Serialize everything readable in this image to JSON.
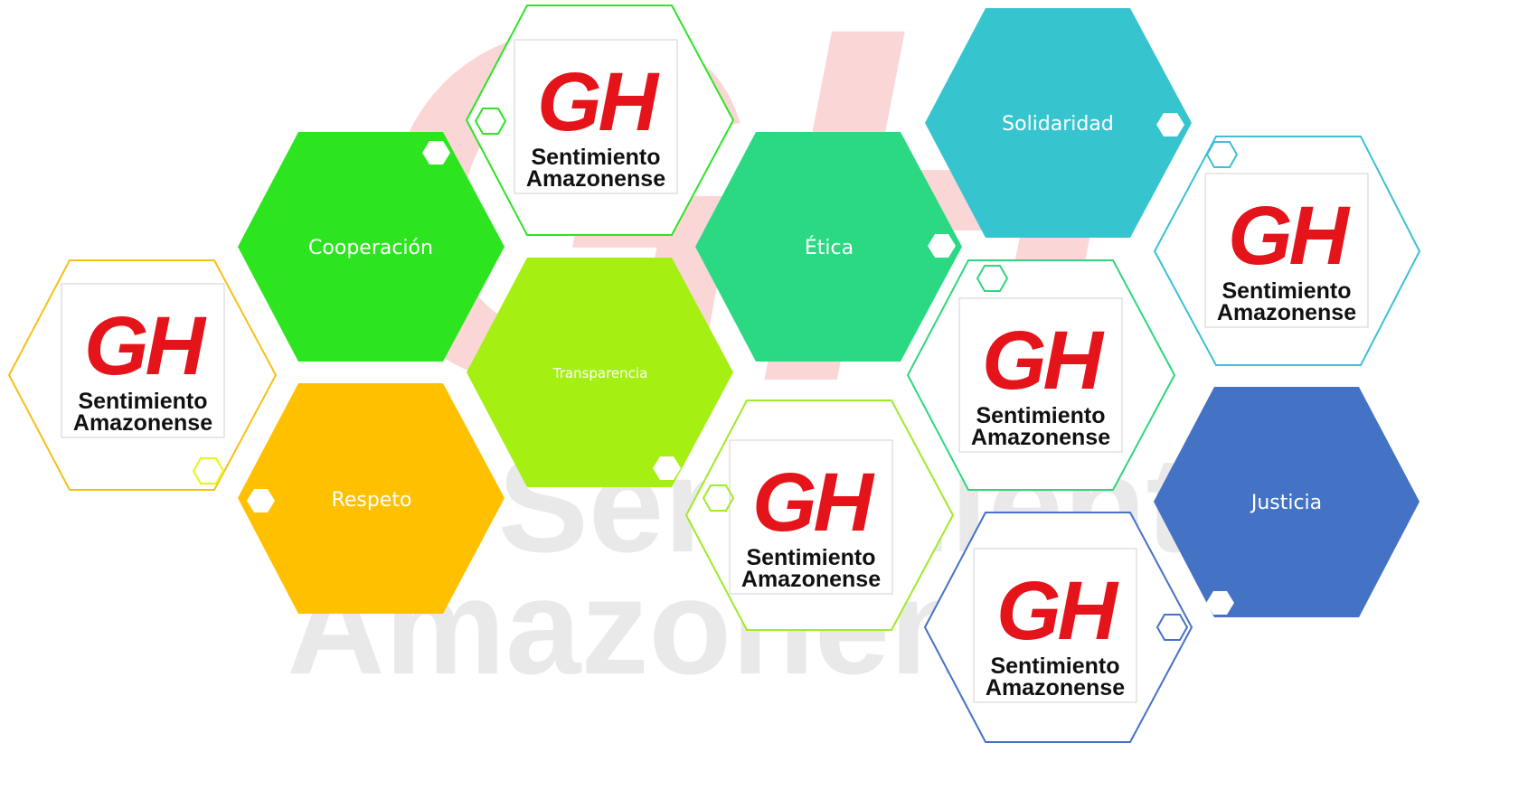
{
  "watermark": {
    "logo_mark": "GH",
    "line1": "Sentimiento",
    "line2": "Amazonense",
    "logo_color": "#f5a5a5",
    "text_color": "#cfcfcf"
  },
  "logo": {
    "mark": "GH",
    "line1": "Sentimiento",
    "line2": "Amazonense",
    "mark_color": "#e5141b",
    "text_color": "#111111"
  },
  "values": [
    {
      "label": "Cooperación",
      "color": "#2de51f",
      "text_color": "#ffffff"
    },
    {
      "label": "Respeto",
      "color": "#ffc000",
      "text_color": "#ffffff"
    },
    {
      "label": "Transparencia",
      "color": "#a5ef12",
      "text_color": "#ffffff"
    },
    {
      "label": "Ética",
      "color": "#2bd983",
      "text_color": "#ffffff"
    },
    {
      "label": "Solidaridad",
      "color": "#36c4cf",
      "text_color": "#ffffff"
    },
    {
      "label": "Justicia",
      "color": "#4472c4",
      "text_color": "#ffffff"
    }
  ],
  "logo_tiles": [
    {
      "name": "logo-hex-left",
      "border": "#f5c116",
      "dot": "#eaf50f"
    },
    {
      "name": "logo-hex-top",
      "border": "#2ee427",
      "dot": "#2ee427"
    },
    {
      "name": "logo-hex-mid",
      "border": "#9fea28",
      "dot": "#9fea28"
    },
    {
      "name": "logo-hex-center-right",
      "border": "#2fd67d",
      "dot": "#2fd67d"
    },
    {
      "name": "logo-hex-right",
      "border": "#3cc0d4",
      "dot": "#3cc0d4"
    },
    {
      "name": "logo-hex-bottom",
      "border": "#4472c4",
      "dot": "#4472c4"
    }
  ]
}
